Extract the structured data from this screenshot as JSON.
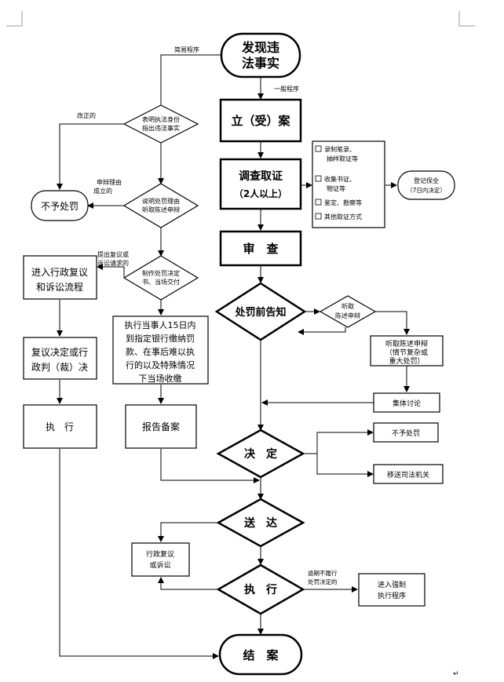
{
  "nodes": {
    "start": "发现违法事实",
    "start_line1": "发现违",
    "start_line2": "法事实",
    "simple_proc_label": "简易程序",
    "general_proc_label": "一般程序",
    "d1_l1": "表明执法身份",
    "d1_l2": "指出违法事实",
    "correct_label": "改正的",
    "no_punish_left": "不予处罚",
    "d2_l1": "说明处罚理由",
    "d2_l2": "听取陈述申辩",
    "defense_ok_l1": "申辩理由",
    "defense_ok_l2": "成立的",
    "review_req_l1": "提出复议或",
    "review_req_l2": "诉讼请求的",
    "d3_l1": "制作处罚决定",
    "d3_l2": "书、当场交付",
    "enter_review_l1": "进入行政复议",
    "enter_review_l2": "和诉讼流程",
    "review_decision_l1": "复议决定或行",
    "review_decision_l2": "政判（裁）决",
    "exec_left": "执　行",
    "spot_l1": "执行当事人15日内",
    "spot_l2": "到指定银行缴纳罚",
    "spot_l3": "款、在事后难以执",
    "spot_l4": "行的以及特殊情况",
    "spot_l5": "下当场收缴",
    "report": "报告备案",
    "register": "立（受）案",
    "investigate_l1": "调查取证",
    "investigate_l2": "（2人以上）",
    "methods": [
      "录制笔录、",
      "抽样取证等",
      "收集书证、",
      "物证等",
      "鉴定、勘察等",
      "其他取证方式"
    ],
    "preserve_l1": "登记保全",
    "preserve_l2": "（7日内决定）",
    "review": "审　查",
    "notify": "处罚前告知",
    "hear_l1": "听取",
    "hear_l2": "陈述申辩",
    "hear_box_l1": "听取陈述申辩",
    "hear_box_l2": "（情节复杂或",
    "hear_box_l3": "重大处罚）",
    "collective": "集体讨论",
    "decide": "决　定",
    "no_punish_right": "不予处罚",
    "transfer": "移送司法机关",
    "deliver": "送　达",
    "admin_review_l1": "行政复议",
    "admin_review_l2": "或诉讼",
    "execute": "执　行",
    "overdue_l1": "逾期不履行",
    "overdue_l2": "处罚决定的",
    "enforce_l1": "进入强制",
    "enforce_l2": "执行程序",
    "close": "结　案",
    "para_mark": "↵"
  }
}
